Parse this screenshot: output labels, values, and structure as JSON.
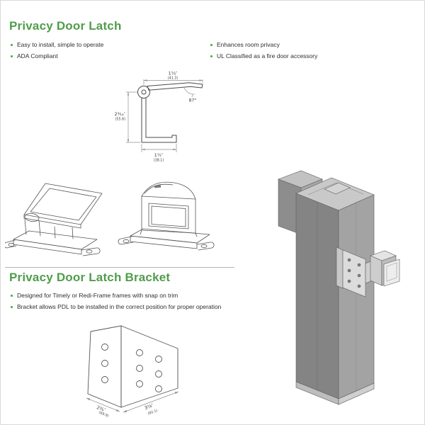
{
  "colors": {
    "heading_green": "#4f9d4a",
    "bullet_green": "#4f9d4a",
    "body_text": "#2f2f2f",
    "divider_gray": "#b5b5b5",
    "drawing_stroke": "#4a4a4a"
  },
  "latch_section": {
    "title": "Privacy Door Latch",
    "bullets_left": [
      "Easy to install, simple to operate",
      "ADA Compliant"
    ],
    "bullets_right": [
      "Enhances room privacy",
      "UL Classified as a fire door accessory"
    ]
  },
  "profile_drawing": {
    "dim_top": "1⅝″",
    "dim_top_mm": "(41.3)",
    "angle": "87°",
    "dim_left": "2³⁄₁₆″",
    "dim_left_mm": "(55.6)",
    "dim_bottom": "1½″",
    "dim_bottom_mm": "(38.1)"
  },
  "bracket_section": {
    "title": "Privacy Door Latch Bracket",
    "bullets": [
      "Designed for Timely or Redi-Frame frames with snap on trim",
      "Bracket allows PDL to be installed in the correct position for proper operation"
    ]
  },
  "bracket_drawing": {
    "dim_left": "2¾″",
    "dim_left_mm": "(69.9)",
    "dim_right": "3⅝″",
    "dim_right_mm": "(92.1)"
  }
}
